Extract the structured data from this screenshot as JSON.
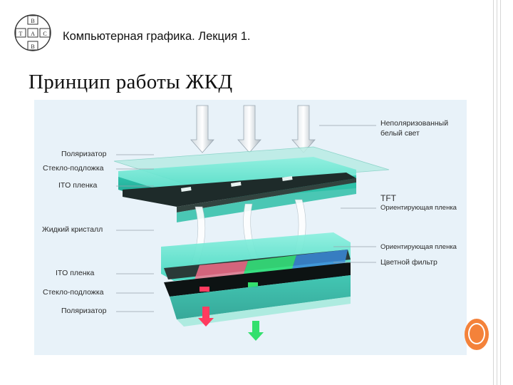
{
  "header": {
    "text": "Компьютерная графика. Лекция 1."
  },
  "title": "Принцип работы ЖКД",
  "logo": {
    "letters": [
      "В",
      "Т",
      "А",
      "С",
      "В"
    ]
  },
  "diagram": {
    "left_labels": [
      "Поляризатор",
      "Стекло-подложка",
      "ITO пленка",
      "Жидкий кристалл",
      "ITO пленка",
      "Стекло-подложка",
      "Поляризатор"
    ],
    "right_labels": {
      "light_line1": "Неполяризованный",
      "light_line2": "белый свет",
      "tft": "TFT",
      "orient1": "Ориентирующая пленка",
      "orient2": "Ориентирующая пленка",
      "filter": "Цветной фильтр"
    }
  },
  "colors": {
    "accent": "#f4823a",
    "diagram_bg": "#e8f2f9",
    "glass": "#3fd9c0"
  }
}
